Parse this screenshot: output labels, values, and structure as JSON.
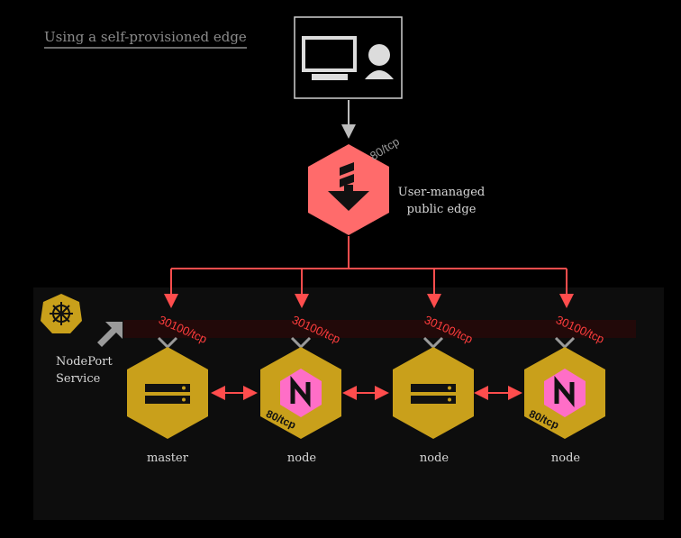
{
  "title": "Using a self-provisioned edge",
  "client": {
    "icons": [
      "monitor-icon",
      "user-icon"
    ]
  },
  "edge": {
    "label_line1": "User-managed",
    "label_line2": "public edge",
    "port": "80/tcp"
  },
  "service": {
    "label_line1": "NodePort",
    "label_line2": "Service"
  },
  "nodes": [
    {
      "label": "master",
      "icon": "server-icon",
      "nodeport": "30100/tcp",
      "port": ""
    },
    {
      "label": "node",
      "icon": "nginx-icon",
      "nodeport": "30100/tcp",
      "port": "80/tcp"
    },
    {
      "label": "node",
      "icon": "server-icon",
      "nodeport": "30100/tcp",
      "port": ""
    },
    {
      "label": "node",
      "icon": "nginx-icon",
      "nodeport": "30100/tcp",
      "port": "80/tcp"
    }
  ],
  "colors": {
    "edge": "#ff6b6b",
    "node": "#c9a01b",
    "nginx": "#ff6ec7",
    "connector": "#ff4d4d"
  }
}
